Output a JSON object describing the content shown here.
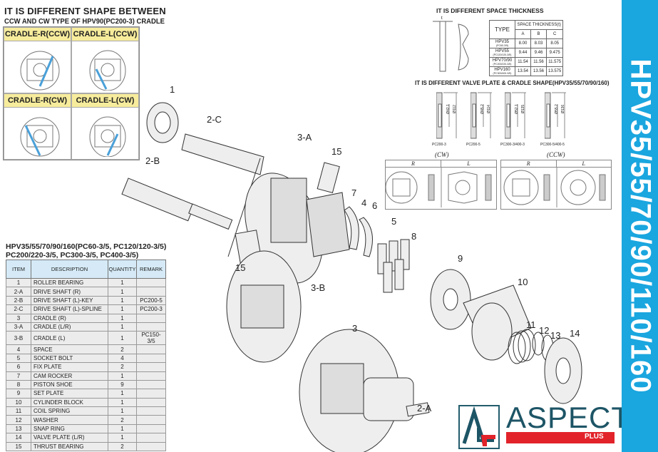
{
  "cradle_panel": {
    "title": "IT IS DIFFERENT SHAPE BETWEEN",
    "subtitle": "CCW AND CW TYPE OF HPV90(PC200-3) CRADLE",
    "cells": [
      {
        "label": "CRADLE-R(CCW)"
      },
      {
        "label": "CRADLE-L(CCW)"
      },
      {
        "label": "CRADLE-R(CW)"
      },
      {
        "label": "CRADLE-L(CW)"
      }
    ]
  },
  "space_panel": {
    "title": "IT IS DIFFERENT SPACE THICKNESS",
    "type_header": "TYPE",
    "thickness_header": "SPACE THICKNESS(t)",
    "cols": [
      "A",
      "B",
      "C"
    ],
    "rows": [
      {
        "type": "HPV35",
        "sub": "(PC60-3/5)",
        "vals": [
          "8.00",
          "8.03",
          "8.05"
        ]
      },
      {
        "type": "HPV55",
        "sub": "(PC120/120-3/5)",
        "vals": [
          "9.44",
          "9.46",
          "9.475"
        ]
      },
      {
        "type": "HPV70/90",
        "sub": "(PC200/220-3/5)",
        "vals": [
          "11.54",
          "11.56",
          "11.575"
        ]
      },
      {
        "type": "HPV160",
        "sub": "(PC300/400-3/5)",
        "vals": [
          "13.54",
          "13.56",
          "13.575"
        ]
      }
    ],
    "dim_label": "t"
  },
  "valve_panel": {
    "title": "IT IS DIFFERENT VALVE PLATE & CRADLE SHAPE(HPV35/55/70/90/160)",
    "plates": [
      {
        "name": "PC200-3",
        "d1": "Ø42.1",
        "d2": "Ø112"
      },
      {
        "name": "PC200-5",
        "d1": "Ø45.2",
        "d2": "Ø114"
      },
      {
        "name": "PC300-3/400-3",
        "d1": "Ø52.1",
        "d2": "Ø135"
      },
      {
        "name": "PC300-5/400-5",
        "d1": "Ø55.2",
        "d2": "Ø136"
      }
    ],
    "cw": "(CW)",
    "ccw": "(CCW)",
    "r": "R",
    "l": "L"
  },
  "parts": {
    "title_line1": "HPV35/55/70/90/160(PC60-3/5, PC120/120-3/5)",
    "title_line2": "PC200/220-3/5, PC300-3/5, PC400-3/5)",
    "headers": [
      "ITEM",
      "DESCRIPTION",
      "QUANTITY",
      "REMARK"
    ],
    "rows": [
      [
        "1",
        "ROLLER BEARING",
        "1",
        ""
      ],
      [
        "2-A",
        "DRIVE SHAFT (R)",
        "1",
        ""
      ],
      [
        "2-B",
        "DRIVE SHAFT (L)-KEY",
        "1",
        "PC200-5"
      ],
      [
        "2-C",
        "DRIVE SHAFT (L)-SPLINE",
        "1",
        "PC200-3"
      ],
      [
        "3",
        "CRADLE (R)",
        "1",
        ""
      ],
      [
        "3-A",
        "CRADLE (L/R)",
        "1",
        ""
      ],
      [
        "3-B",
        "CRADLE (L)",
        "1",
        "PC150-3/5"
      ],
      [
        "4",
        "SPACE",
        "2",
        ""
      ],
      [
        "5",
        "SOCKET BOLT",
        "4",
        ""
      ],
      [
        "6",
        "FIX PLATE",
        "2",
        ""
      ],
      [
        "7",
        "CAM ROCKER",
        "1",
        ""
      ],
      [
        "8",
        "PISTON SHOE",
        "9",
        ""
      ],
      [
        "9",
        "SET PLATE",
        "1",
        ""
      ],
      [
        "10",
        "CYLINDER BLOCK",
        "1",
        ""
      ],
      [
        "11",
        "COIL SPRING",
        "1",
        ""
      ],
      [
        "12",
        "WASHER",
        "2",
        ""
      ],
      [
        "13",
        "SNAP RING",
        "1",
        ""
      ],
      [
        "14",
        "VALVE PLATE (L/R)",
        "1",
        ""
      ],
      [
        "15",
        "THRUST BEARING",
        "2",
        ""
      ]
    ]
  },
  "callouts": {
    "c1": "1",
    "c2c": "2-C",
    "c2b": "2-B",
    "c3a": "3-A",
    "c15a": "15",
    "c7": "7",
    "c4": "4",
    "c6": "6",
    "c5": "5",
    "c8": "8",
    "c15b": "15",
    "c3b": "3-B",
    "c9": "9",
    "c10": "10",
    "c3": "3",
    "c11": "11",
    "c12": "12",
    "c13": "13",
    "c14": "14",
    "c2a": "2-A"
  },
  "sidebar": {
    "text": "HPV35/55/70/90/110/160",
    "color": "#1aa6df"
  },
  "logo": {
    "word": "ASPECT",
    "plus": "PLUS",
    "brand_red": "#e2232a",
    "brand_teal": "#1d5566"
  }
}
